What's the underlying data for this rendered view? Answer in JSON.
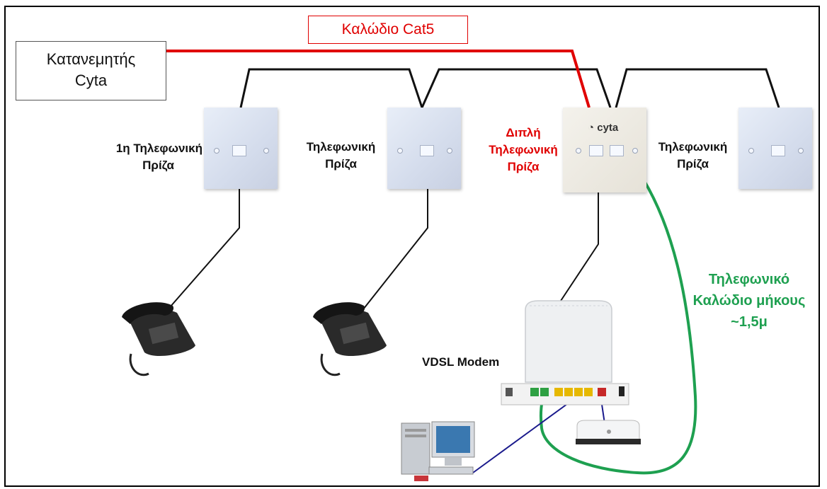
{
  "labels": {
    "cable_cat5": "Καλώδιο Cat5",
    "distributor_line1": "Κατανεμητής",
    "distributor_line2": "Cyta",
    "socket1_line1": "1η Τηλεφωνική",
    "socket1_line2": "Πρίζα",
    "socket2_line1": "Τηλεφωνική",
    "socket2_line2": "Πρίζα",
    "dual_line1": "Διπλή",
    "dual_line2": "Τηλεφωνική",
    "dual_line3": "Πρίζα",
    "socket4_line1": "Τηλεφωνική",
    "socket4_line2": "Πρίζα",
    "phone_cable_line1": "Τηλεφωνικό",
    "phone_cable_line2": "Καλώδιο μήκους",
    "phone_cable_line3": "~1,5μ",
    "modem": "VDSL Modem",
    "plate_brand": "cyta"
  },
  "colors": {
    "cat5": "#e00000",
    "phone_cable": "#1ea050",
    "wire": "#111111",
    "ethernet": "#1a1a8c"
  }
}
